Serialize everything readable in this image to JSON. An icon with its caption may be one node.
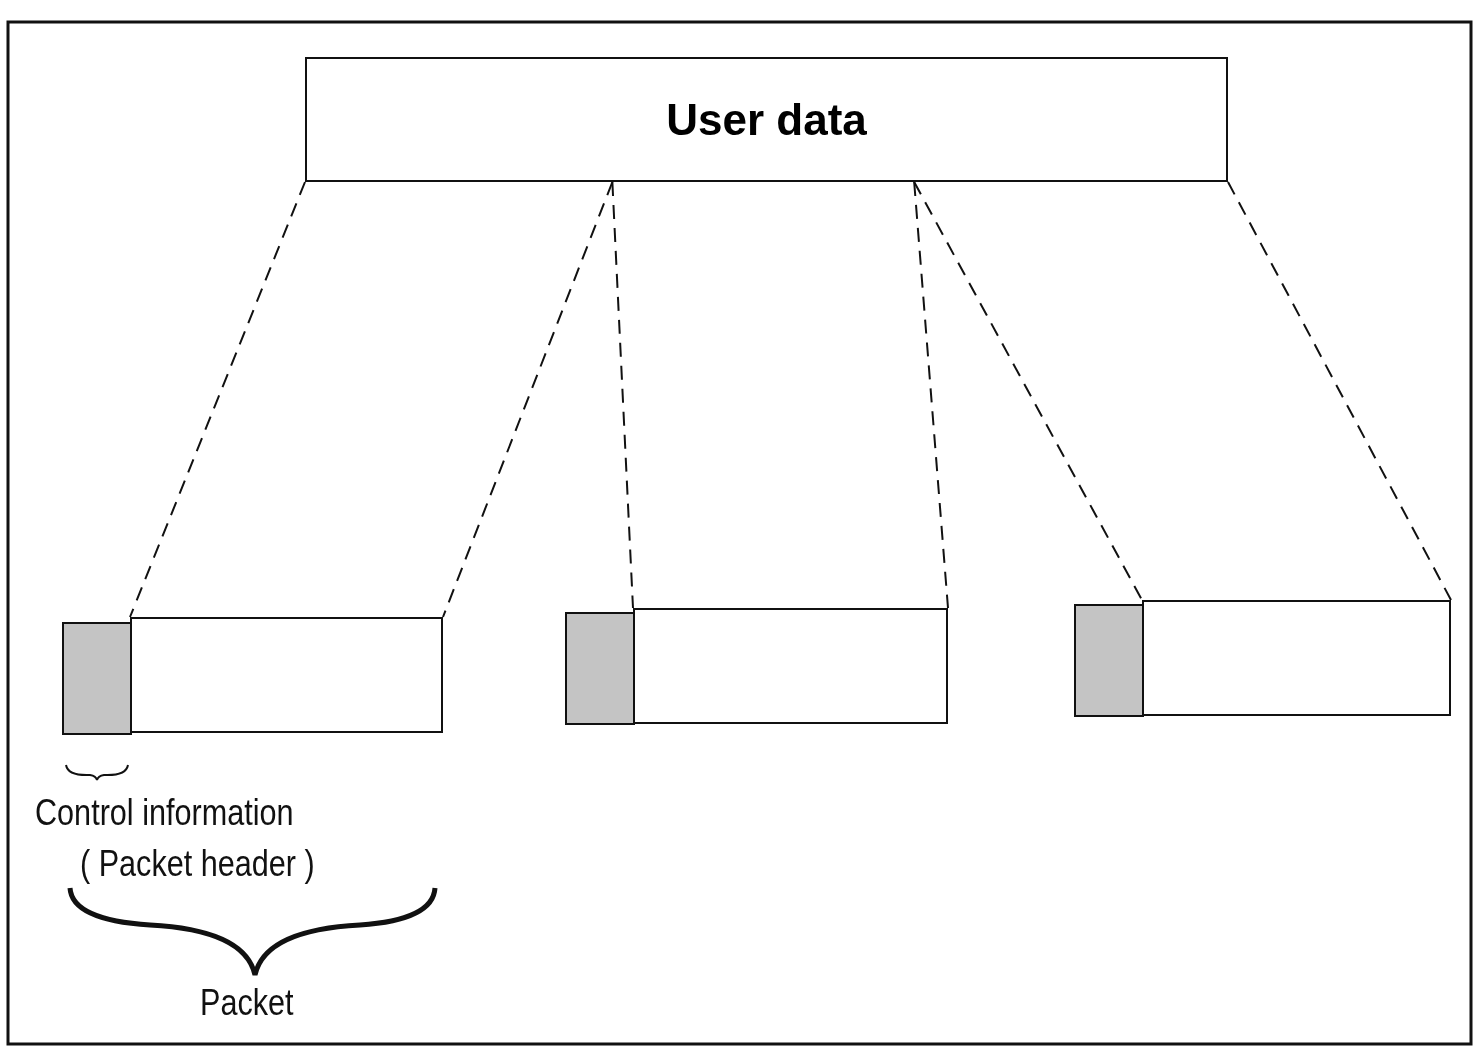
{
  "diagram": {
    "nodes": [
      {
        "text": [
          "User data"
        ]
      },
      {
        "text": [],
        "shape": "box"
      },
      {
        "text": [],
        "shape": "box"
      },
      {
        "text": [],
        "shape": "box"
      },
      {
        "text": [],
        "shape": "box"
      },
      {
        "text": [],
        "shape": "box"
      },
      {
        "text": [],
        "shape": "box"
      }
    ],
    "edges": [
      {
        "from": 0,
        "to": 2,
        "arrow": "none",
        "style": "dashed"
      },
      {
        "from": 0,
        "to": 2,
        "arrow": "none",
        "style": "dashed"
      },
      {
        "from": 0,
        "to": 4,
        "arrow": "none",
        "style": "dashed"
      },
      {
        "from": 0,
        "to": 4,
        "arrow": "none",
        "style": "dashed"
      },
      {
        "from": 0,
        "to": 6,
        "arrow": "none",
        "style": "dashed"
      },
      {
        "from": 0,
        "to": 6,
        "arrow": "none",
        "style": "dashed"
      }
    ],
    "labels": [
      "Control information",
      "( Packet header )",
      "Packet"
    ]
  }
}
